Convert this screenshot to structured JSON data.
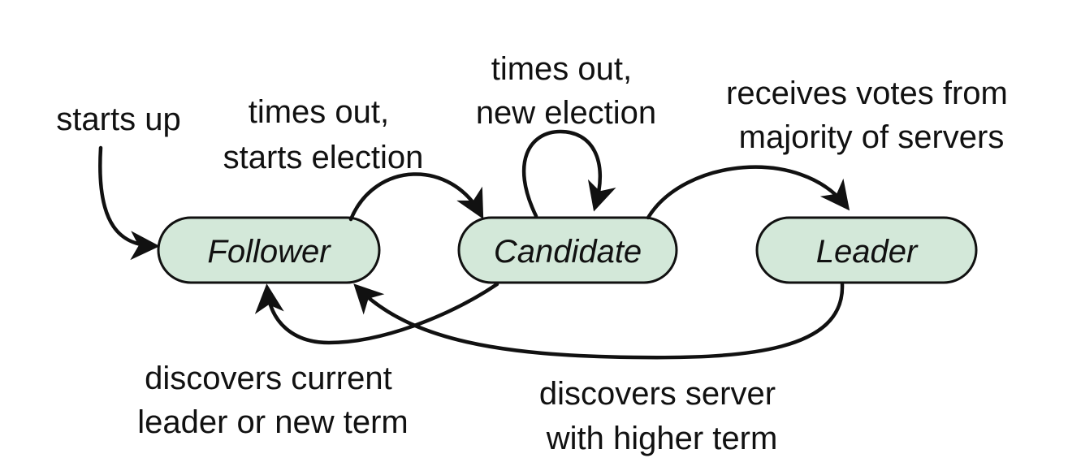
{
  "states": {
    "follower": "Follower",
    "candidate": "Candidate",
    "leader": "Leader"
  },
  "transitions": {
    "starts_up": [
      "starts up"
    ],
    "times_out_starts_election": [
      "times out,",
      "starts election"
    ],
    "times_out_new_election": [
      "times out,",
      "new election"
    ],
    "receives_votes": [
      "receives votes from",
      "majority of servers"
    ],
    "discovers_current_leader": [
      "discovers current",
      "leader or new term"
    ],
    "discovers_higher_term": [
      "discovers server",
      "with higher term"
    ]
  },
  "colors": {
    "state_fill": "#d3e8d9",
    "stroke": "#111111",
    "text": "#111111",
    "background": "#ffffff"
  }
}
